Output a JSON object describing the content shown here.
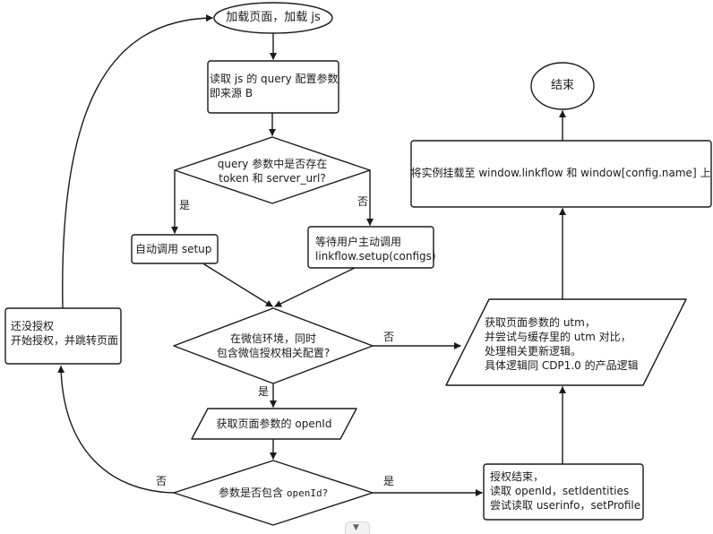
{
  "nodes": {
    "start": "加载页面，加载 js",
    "read_query_1": "读取 js 的 query 配置参数",
    "read_query_2": "即来源 B",
    "has_token_1": "query 参数中是否存在",
    "has_token_2": "token 和 server_url?",
    "auto_setup": "自动调用 setup",
    "wait_setup_1": "等待用户主动调用",
    "wait_setup_2": "linkflow.setup(configs)",
    "wechat_1": "在微信环境，同时",
    "wechat_2": "包含微信授权相关配置?",
    "get_openid": "获取页面参数的 openId",
    "has_openid_prefix": "参数是否包含",
    "has_openid_code": "openId?",
    "auth_done_1": "授权结束，",
    "auth_done_2": "读取 openId，setIdentities",
    "auth_done_3": "尝试读取 userinfo，setProfile",
    "not_auth_1": "还没授权",
    "not_auth_2": "开始授权，并跳转页面",
    "utm_1": "获取页面参数的 utm，",
    "utm_2": "并尝试与缓存里的 utm 对比，",
    "utm_3": "处理相关更新逻辑。",
    "utm_4": "具体逻辑同 CDP1.0 的产品逻辑",
    "mount": "将实例挂载至 window.linkflow 和 window[config.name] 上",
    "end": "结束"
  },
  "edge_labels": {
    "yes_1": "是",
    "no_1": "否",
    "no_2": "否",
    "yes_2": "是",
    "no_3": "否",
    "yes_3": "是"
  },
  "colors": {
    "stroke": "#1a1a1a",
    "fill": "#ffffff",
    "text": "#1a1a1a"
  },
  "scroll_indicator": "chevron-down-icon"
}
